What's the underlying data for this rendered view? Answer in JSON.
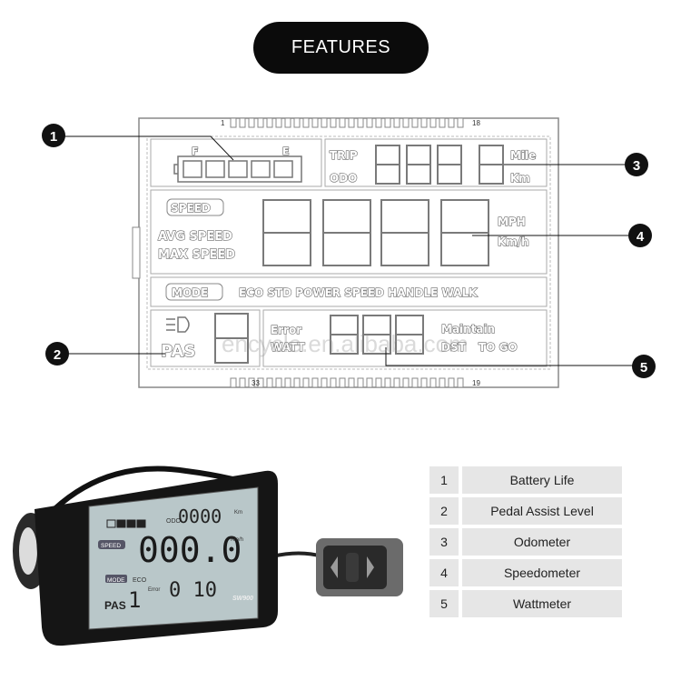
{
  "header": {
    "title": "FEATURES"
  },
  "diagram": {
    "pin_start": "1",
    "pin_end_top": "18",
    "pin_bottom_left": "33",
    "pin_bottom_right": "19",
    "battery": {
      "full": "F",
      "empty": "E"
    },
    "odo": {
      "trip": "TRIP",
      "odo": "ODO",
      "mile": "Mile",
      "km": "Km"
    },
    "speed": {
      "badge": "SPEED",
      "avg": "AVG SPEED",
      "max": "MAX SPEED",
      "mph": "MPH",
      "kmh": "Km/h"
    },
    "mode": {
      "badge": "MODE",
      "modes": "ECO STD POWER SPEED HANDLE WALK"
    },
    "pas": {
      "label": "PAS"
    },
    "watt": {
      "error": "Error",
      "watt": "WATT",
      "maintain": "Maintain",
      "dst": "DST",
      "togo": "TO GO"
    },
    "callouts": [
      "1",
      "2",
      "3",
      "4",
      "5"
    ],
    "watermark": "encycle.en.alibaba.com"
  },
  "device": {
    "odo_label": "ODO",
    "odo_value": "0000",
    "odo_unit": "Km",
    "speed_badge": "SPEED",
    "speed_value": "000.0",
    "speed_unit": "Km/h",
    "mode_badge": "MODE",
    "mode_value": "ECO",
    "pas_label": "PAS",
    "pas_value": "1",
    "error_label": "Error",
    "watt_value": "0 10",
    "model": "SW900"
  },
  "legend": [
    {
      "num": "1",
      "label": "Battery Life"
    },
    {
      "num": "2",
      "label": "Pedal Assist Level"
    },
    {
      "num": "3",
      "label": "Odometer"
    },
    {
      "num": "4",
      "label": "Speedometer"
    },
    {
      "num": "5",
      "label": "Wattmeter"
    }
  ],
  "colors": {
    "pill": "#0b0b0b",
    "legend_cell": "#e6e6e6",
    "lcd_screen": "#b9c7c9",
    "device_body": "#1a1a1a"
  }
}
